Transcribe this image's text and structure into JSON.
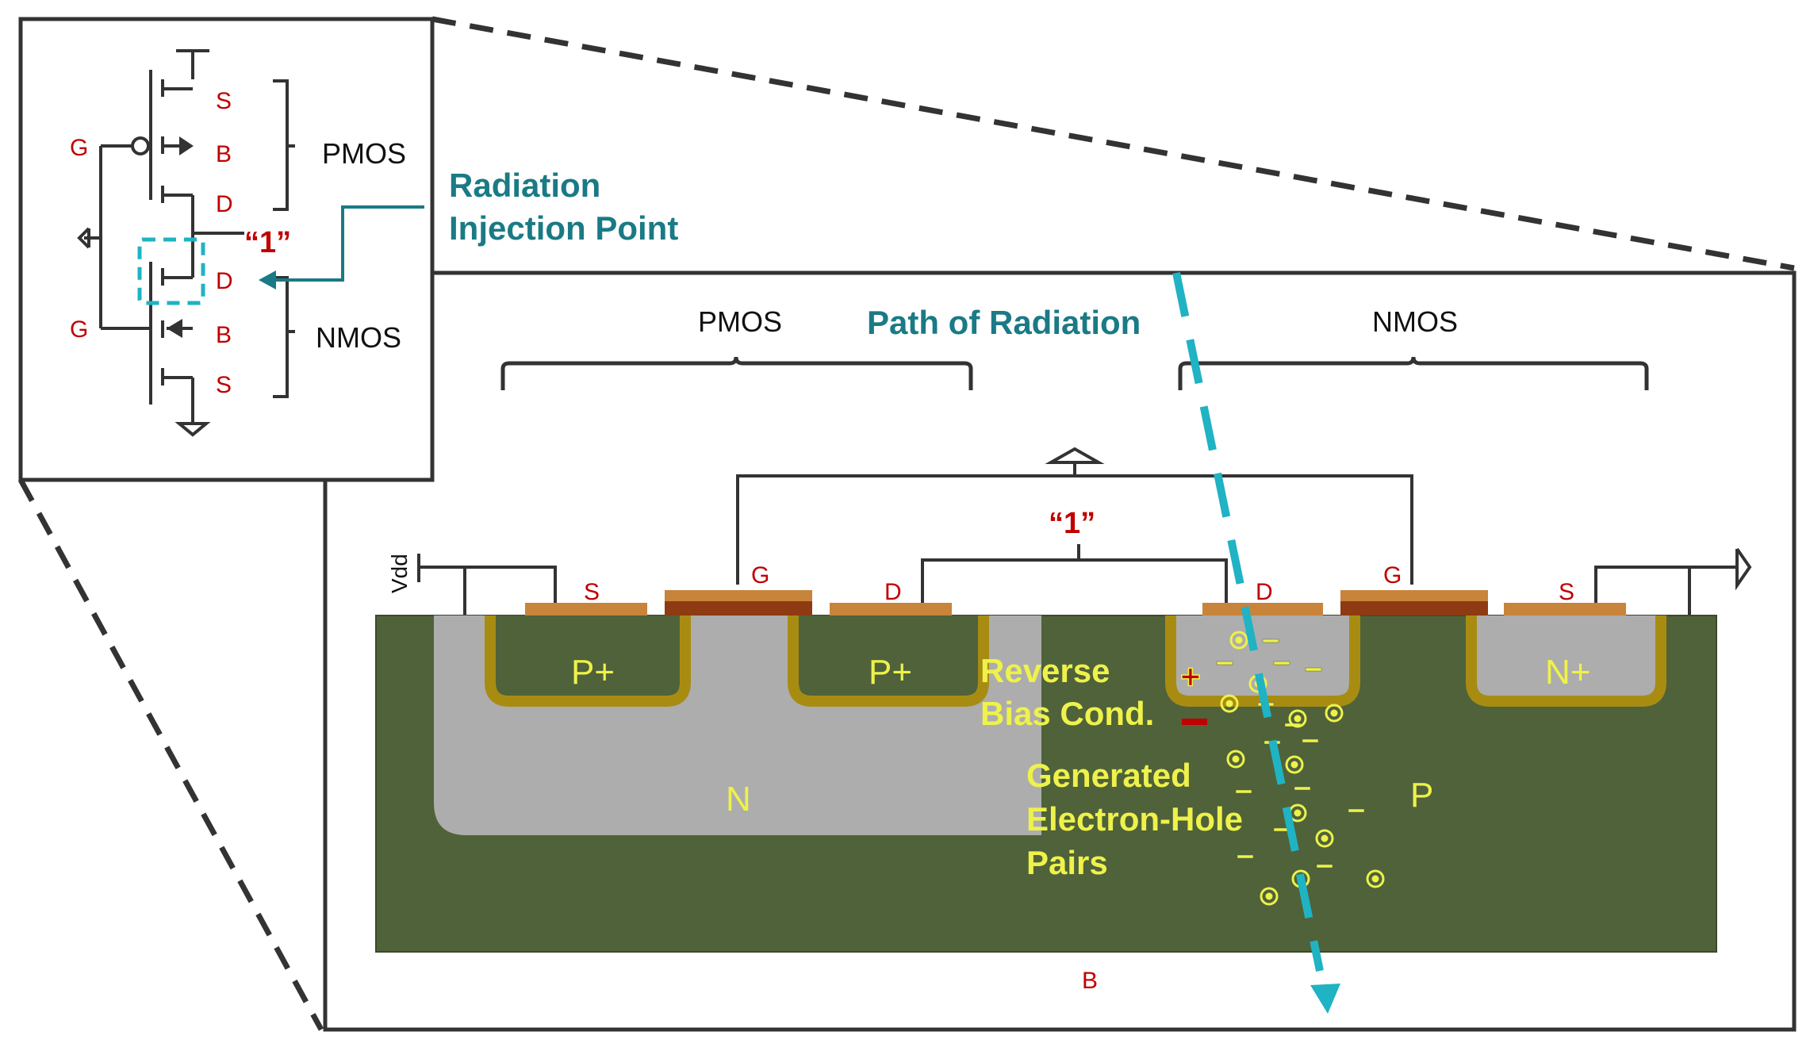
{
  "inset": {
    "pmos_terminals": {
      "source": "S",
      "body": "B",
      "drain": "D"
    },
    "nmos_terminals": {
      "drain": "D",
      "body": "B",
      "source": "S"
    },
    "gate_top": "G",
    "gate_bottom": "G",
    "pmos_label": "PMOS",
    "nmos_label": "NMOS",
    "output_value": "“1”"
  },
  "callout": {
    "line1": "Radiation",
    "line2": "Injection Point"
  },
  "cross_section": {
    "pmos_label": "PMOS",
    "nmos_label": "NMOS",
    "path_label": "Path of Radiation",
    "vdd_label": "Vdd",
    "output_value": "“1”",
    "pmos_contacts": {
      "source": "S",
      "gate": "G",
      "drain": "D"
    },
    "nmos_contacts": {
      "drain": "D",
      "gate": "G",
      "source": "S"
    },
    "regions": {
      "p_plus_1": "P+",
      "p_plus_2": "P+",
      "n_well": "N",
      "n_plus": "N+",
      "p_substrate": "P"
    },
    "annotation_reverse": {
      "line1": "Reverse",
      "line2": "Bias Cond."
    },
    "annotation_generated": {
      "line1": "Generated",
      "line2": "Electron-Hole",
      "line3": "Pairs"
    },
    "plus_sign": "+",
    "minus_sign": "–",
    "body_label": "B"
  },
  "colors": {
    "substrate": "#4f623a",
    "well_gray": "#adadad",
    "depletion": "#a88c12",
    "contact": "#c8843a",
    "gate_oxide": "#8e3a12",
    "radiation": "#1fb3c4",
    "annotation_yellow": "#eef24a",
    "terminal_red": "#c00000"
  }
}
